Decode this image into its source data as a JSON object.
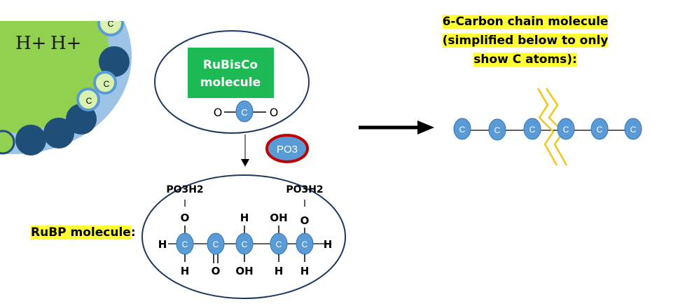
{
  "cell": {
    "h_ion_labels": [
      "H+",
      "H+"
    ],
    "carbon_letter": "C"
  },
  "rubisco": {
    "label_line1": "RuBisCo",
    "label_line2": "molecule",
    "co2": [
      "O",
      "C",
      "O"
    ]
  },
  "phosphate": {
    "label": "PO3"
  },
  "rubp": {
    "caption": "RuBP molecule",
    "caption_colon": ":",
    "top_groups": [
      "PO3H2",
      "PO3H2"
    ],
    "atoms": {
      "H": "H",
      "O": "O",
      "OH": "OH",
      "C": "C",
      "bond_v": "I",
      "double_bond": "II"
    }
  },
  "six_carbon": {
    "title_lines": [
      "6-Carbon chain molecule",
      "(simplified below to only",
      "show C atoms):"
    ],
    "atoms": [
      "C",
      "C",
      "C",
      "C",
      "C",
      "C"
    ]
  },
  "colors": {
    "cell_green": "#92d050",
    "cell_border_blue": "#9dc3e6",
    "dark_sphere": "#1f4e79",
    "carbon_fill": "#5b9bd5",
    "rubisco_green": "#1db954",
    "phosphate_ring": "#c00000",
    "highlight": "#ffff33",
    "break_line": "#f5c518"
  }
}
